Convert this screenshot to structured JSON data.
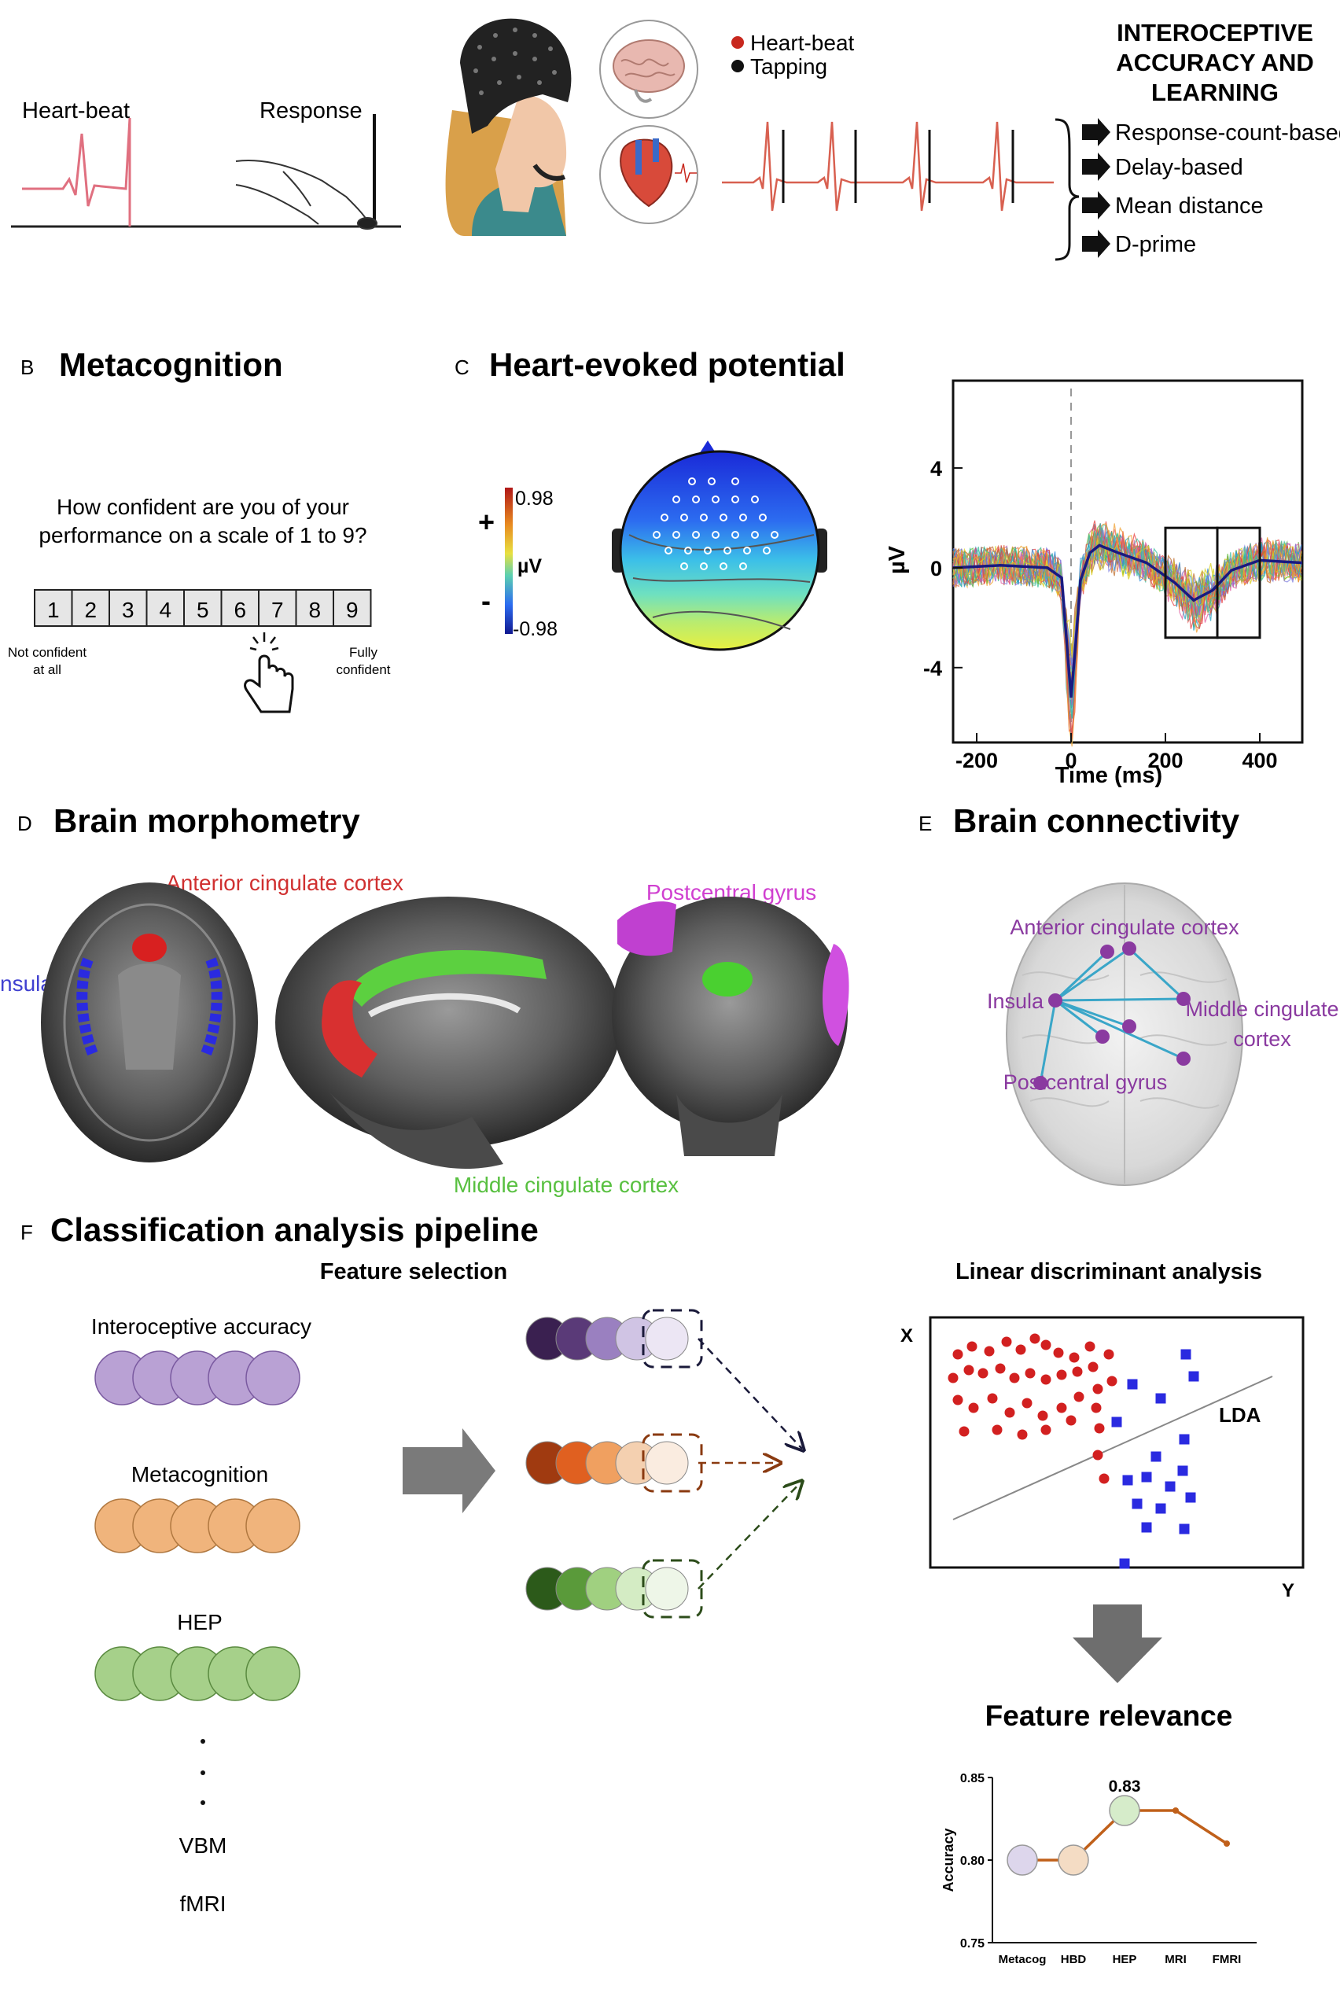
{
  "panel_a": {
    "heartbeat_label": "Heart-beat",
    "response_label": "Response",
    "legend": [
      {
        "label": "Heart-beat",
        "color": "#c8281e"
      },
      {
        "label": "Tapping",
        "color": "#111111"
      }
    ],
    "title_lines": [
      "INTEROCEPTIVE",
      "ACCURACY AND",
      "LEARNING"
    ],
    "measures": [
      "Response-count-based",
      "Delay-based",
      "Mean distance",
      "D-prime"
    ]
  },
  "panel_b": {
    "letter": "B",
    "title": "Metacognition",
    "question_lines": [
      "How confident are you of your",
      "performance on a scale of 1 to 9?"
    ],
    "scale": [
      "1",
      "2",
      "3",
      "4",
      "5",
      "6",
      "7",
      "8",
      "9"
    ],
    "low_lines": [
      "Not confident",
      "at all"
    ],
    "high_lines": [
      "Fully",
      "confident"
    ]
  },
  "panel_c": {
    "letter": "C",
    "title": "Heart-evoked potential",
    "colorbar": {
      "max": "0.98",
      "min": "-0.98",
      "unit": "µV",
      "plus": "+",
      "minus": "-"
    },
    "chart_data": {
      "type": "line",
      "xlabel": "Time (ms)",
      "ylabel": "µV",
      "xticks": [
        "-200",
        "0",
        "200",
        "400"
      ],
      "yticks": [
        "4",
        "0",
        "-4"
      ],
      "xlim": [
        -250,
        490
      ],
      "ylim": [
        -7,
        7.5
      ],
      "analysis_windows_ms": [
        [
          200,
          310
        ],
        [
          310,
          400
        ]
      ],
      "mean_trace": {
        "x": [
          -250,
          -150,
          -50,
          -20,
          0,
          10,
          20,
          40,
          60,
          100,
          160,
          220,
          260,
          300,
          340,
          400,
          490
        ],
        "y": [
          0,
          0.1,
          0,
          -0.4,
          -5.2,
          -3,
          -0.5,
          0.6,
          0.9,
          0.6,
          0.2,
          -0.6,
          -1.3,
          -0.9,
          -0.1,
          0.3,
          0.2
        ]
      }
    }
  },
  "panel_d": {
    "letter": "D",
    "title": "Brain morphometry",
    "labels": {
      "acc": "Anterior cingulate cortex",
      "insula": "nsula",
      "postcentral": "Postcentral gyrus",
      "mcc": "Middle cingulate cortex"
    }
  },
  "panel_e": {
    "letter": "E",
    "title": "Brain connectivity",
    "labels": {
      "acc": "Anterior cingulate cortex",
      "insula": "Insula",
      "mcc_lines": [
        "Middle cingulate",
        "cortex"
      ],
      "postcentral": "Postcentral gyrus"
    }
  },
  "panel_f": {
    "letter": "F",
    "title": "Classification analysis pipeline",
    "feature_selection": "Feature selection",
    "features": [
      "Interoceptive accuracy",
      "Metacognition",
      "HEP"
    ],
    "more_features": [
      "VBM",
      "fMRI"
    ],
    "lda_title": "Linear discriminant analysis",
    "lda_x": "X",
    "lda_y": "Y",
    "lda_line_label": "LDA",
    "relevance_title": "Feature relevance",
    "chart_data": {
      "type": "line",
      "categories": [
        "Metacog",
        "HBD",
        "HEP",
        "MRI",
        "FMRI"
      ],
      "values": [
        0.8,
        0.8,
        0.83,
        0.83,
        0.81
      ],
      "ylabel": "Accuracy",
      "yticks": [
        "0.85",
        "0.80",
        "0.75"
      ],
      "ylim": [
        0.75,
        0.85
      ],
      "annotation": "0.83"
    }
  },
  "colors": {
    "heart": "#c8281e",
    "purple": "#b9a1d4",
    "orange": "#f0b47c",
    "green": "#a6d08a",
    "label_purple": "#8a3aa0",
    "label_red": "#d03030",
    "label_magenta": "#d040d0",
    "label_green": "#58c040",
    "label_blue": "#4040d0"
  }
}
